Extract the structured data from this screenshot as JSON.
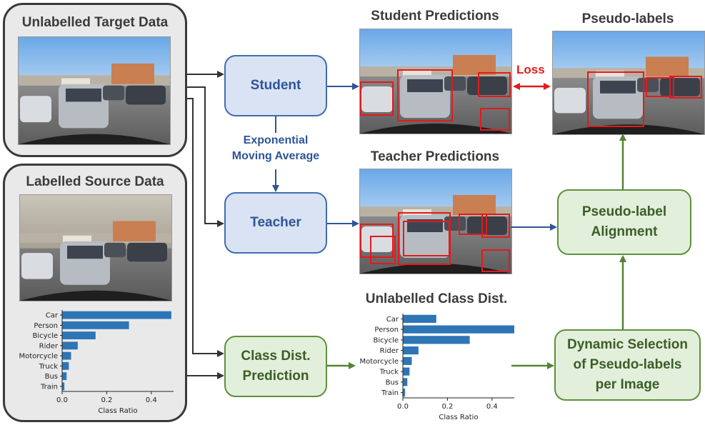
{
  "panels": {
    "target": {
      "title": "Unlabelled Target Data"
    },
    "source": {
      "title": "Labelled Source Data"
    }
  },
  "nodes": {
    "student": "Student",
    "teacher": "Teacher",
    "class_pred": "Class Dist.\nPrediction",
    "alignment": "Pseudo-label\nAlignment",
    "dynamic": "Dynamic Selection\nof Pseudo-labels\nper Image"
  },
  "headings": {
    "student_pred": "Student Predictions",
    "teacher_pred": "Teacher Predictions",
    "pseudo_labels": "Pseudo-labels",
    "unlabelled_dist": "Unlabelled Class Dist."
  },
  "ema_label": "Exponential\nMoving Average",
  "loss_label": "Loss",
  "colors": {
    "blue_fill": "#dae3f3",
    "blue_stroke": "#3f6db0",
    "green_fill": "#e2efda",
    "green_stroke": "#5f8f3d",
    "bar": "#2e75b6",
    "box": "#e31a1c"
  },
  "chart_data": [
    {
      "type": "bar",
      "orientation": "horizontal",
      "chart": "source-class-dist",
      "categories": [
        "Car",
        "Person",
        "Bicycle",
        "Rider",
        "Motorcycle",
        "Truck",
        "Bus",
        "Train"
      ],
      "values": [
        0.49,
        0.3,
        0.15,
        0.07,
        0.04,
        0.03,
        0.02,
        0.01
      ],
      "xticks": [
        "0.0",
        "0.2",
        "0.4"
      ],
      "xlabel": "Class Ratio",
      "xlim": [
        0,
        0.5
      ]
    },
    {
      "type": "bar",
      "orientation": "horizontal",
      "chart": "unlabelled-class-dist",
      "categories": [
        "Car",
        "Person",
        "Bicycle",
        "Rider",
        "Motorcycle",
        "Truck",
        "Bus",
        "Train"
      ],
      "values": [
        0.15,
        0.5,
        0.3,
        0.07,
        0.04,
        0.03,
        0.02,
        0.01
      ],
      "xticks": [
        "0.0",
        "0.2",
        "0.4"
      ],
      "xlabel": "Class Ratio",
      "xlim": [
        0,
        0.5
      ]
    }
  ]
}
